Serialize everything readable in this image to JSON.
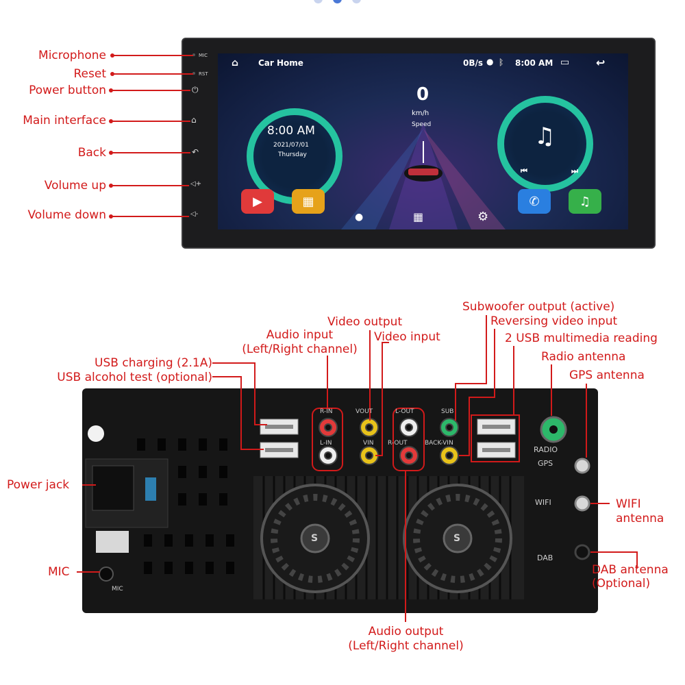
{
  "top_labels": {
    "microphone": "Microphone",
    "reset": "Reset",
    "power_button": "Power button",
    "main_interface": "Main interface",
    "back": "Back",
    "volume_up": "Volume up",
    "volume_down": "Volume down"
  },
  "device_front": {
    "side_mic": "MIC",
    "side_rst": "RST",
    "status_title": "Car Home",
    "net_speed": "0B/s",
    "status_time": "8:00 AM",
    "speed_value": "0",
    "speed_unit": "km/h",
    "speed_label": "Speed",
    "clock_time": "8:00 AM",
    "clock_date": "2021/07/01",
    "clock_day": "Thursday"
  },
  "back_labels": {
    "subwoofer": "Subwoofer output (active)",
    "reversing": "Reversing video input",
    "usb_multimedia": "2 USB multimedia reading",
    "video_output": "Video output",
    "video_input": "Video input",
    "audio_input_1": "Audio input",
    "audio_input_2": "(Left/Right channel)",
    "usb_charging": "USB charging (2.1A)",
    "usb_alcohol": "USB alcohol test (optional)",
    "radio_antenna": "Radio antenna",
    "gps_antenna": "GPS antenna",
    "power_jack": "Power jack",
    "wifi_1": "WIFI",
    "wifi_2": "antenna",
    "mic": "MIC",
    "dab_1": "DAB antenna",
    "dab_2": "(Optional)",
    "audio_output_1": "Audio output",
    "audio_output_2": "(Left/Right channel)"
  },
  "device_back": {
    "port_rin": "R-IN",
    "port_lin": "L-IN",
    "port_vout": "VOUT",
    "port_vin": "VIN",
    "port_lout": "L-OUT",
    "port_rout": "R-OUT",
    "port_sub": "SUB",
    "port_backvin": "BACK-VIN",
    "ant_radio": "RADIO",
    "ant_gps": "GPS",
    "ant_wifi": "WIFI",
    "ant_dab": "DAB",
    "mic_label": "MIC",
    "fan_badge": "S"
  },
  "colors": {
    "label_red": "#d21a1a",
    "rca_red": "#e23a3a",
    "rca_yellow": "#e8c21a",
    "rca_green": "#2db86a",
    "rca_white": "#eeeeee"
  }
}
